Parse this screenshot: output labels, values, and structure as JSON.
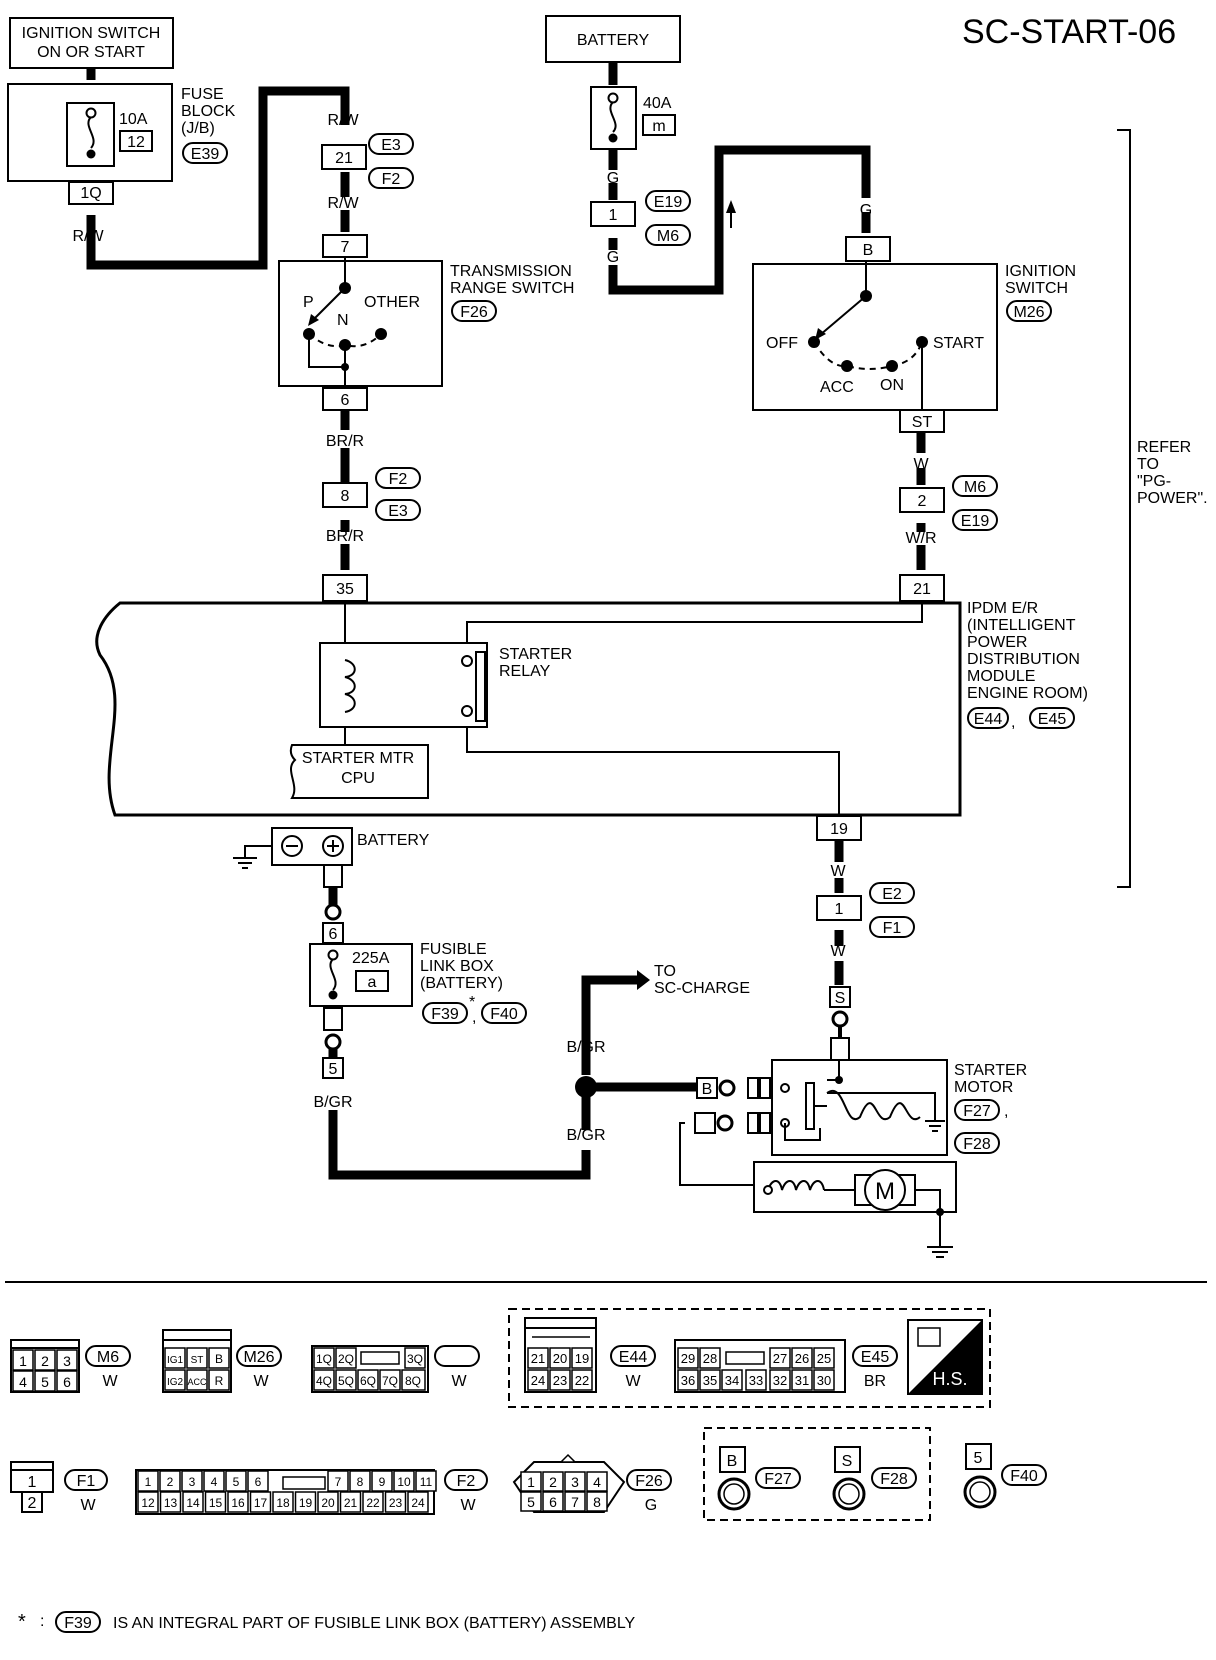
{
  "title": "SC-START-06",
  "sources": {
    "ign_switch_box": [
      "IGNITION SWITCH",
      "ON OR START"
    ],
    "battery_box": "BATTERY"
  },
  "fuse_block": {
    "label": [
      "FUSE",
      "BLOCK",
      "(J/B)"
    ],
    "conn": "E39",
    "fuse_amp": "10A",
    "fuse_no": "12",
    "pin": "1Q"
  },
  "fuse_40a": {
    "amp": "40A",
    "no": "m"
  },
  "wire_colors": {
    "rw": "R/W",
    "g": "G",
    "brr": "BR/R",
    "w": "W",
    "wr": "W/R",
    "bgr": "B/GR"
  },
  "pins": {
    "p21": "21",
    "p7": "7",
    "p6": "6",
    "p8": "8",
    "p35": "35",
    "p1": "1",
    "pB": "B",
    "pST": "ST",
    "p2": "2",
    "p21b": "21",
    "p19": "19",
    "p1b": "1",
    "pS": "S",
    "p6b": "6",
    "p5": "5"
  },
  "connectors": {
    "E3": "E3",
    "F2": "F2",
    "E19": "E19",
    "M6": "M6",
    "F26": "F26",
    "M26": "M26",
    "E44": "E44",
    "E45": "E45",
    "E2": "E2",
    "F1": "F1",
    "F39": "F39",
    "F40": "F40",
    "F27": "F27",
    "F28": "F28"
  },
  "trans_switch": {
    "label": [
      "TRANSMISSION",
      "RANGE SWITCH"
    ],
    "p": "P",
    "n": "N",
    "other": "OTHER"
  },
  "ign_switch": {
    "label": [
      "IGNITION",
      "SWITCH"
    ],
    "off": "OFF",
    "acc": "ACC",
    "on": "ON",
    "start": "START"
  },
  "refer": [
    "REFER",
    "TO",
    "\"PG-",
    "POWER\"."
  ],
  "ipdm": {
    "label": [
      "IPDM E/R",
      "(INTELLIGENT",
      "POWER",
      "DISTRIBUTION",
      "MODULE",
      "ENGINE ROOM)"
    ],
    "relay": [
      "STARTER",
      "RELAY"
    ],
    "cpu": [
      "STARTER MTR",
      "CPU"
    ]
  },
  "battery2": "BATTERY",
  "fusible_link": {
    "label": [
      "FUSIBLE",
      "LINK BOX",
      "(BATTERY)"
    ],
    "amp": "225A",
    "no": "a",
    "star": "*"
  },
  "to_charge": [
    "TO",
    "SC-CHARGE"
  ],
  "starter_motor": {
    "label": [
      "STARTER",
      "MOTOR"
    ],
    "pB": "B",
    "m": "M"
  },
  "connector_views": {
    "m6": {
      "pins": [
        "1",
        "2",
        "3",
        "4",
        "5",
        "6"
      ],
      "color": "W"
    },
    "m26": {
      "pins": [
        "IG1",
        "ST",
        "B",
        "IG2",
        "ACC",
        "R"
      ],
      "color": "W"
    },
    "e39": {
      "pins": [
        "1Q",
        "2Q",
        "3Q",
        "4Q",
        "5Q",
        "6Q",
        "7Q",
        "8Q"
      ],
      "color": "W"
    },
    "e44": {
      "pins": [
        "21",
        "20",
        "19",
        "24",
        "23",
        "22"
      ],
      "color": "W"
    },
    "e45": {
      "pins": [
        "29",
        "28",
        "27",
        "26",
        "25",
        "36",
        "35",
        "34",
        "33",
        "32",
        "31",
        "30"
      ],
      "color": "BR"
    },
    "hs": "H.S.",
    "f1": {
      "pins": [
        "1",
        "2"
      ],
      "color": "W"
    },
    "f2": {
      "pins": [
        "1",
        "2",
        "3",
        "4",
        "5",
        "6",
        "7",
        "8",
        "9",
        "10",
        "11",
        "12",
        "13",
        "14",
        "15",
        "16",
        "17",
        "18",
        "19",
        "20",
        "21",
        "22",
        "23",
        "24"
      ],
      "color": "W"
    },
    "f26": {
      "pins": [
        "1",
        "2",
        "3",
        "4",
        "5",
        "6",
        "7",
        "8"
      ],
      "color": "G"
    },
    "f27": "B",
    "f28": "S",
    "f40": "5"
  },
  "footnote": {
    "star": "*",
    "colon": ":",
    "conn": "F39",
    "text": "IS AN INTEGRAL PART OF FUSIBLE LINK BOX (BATTERY) ASSEMBLY"
  }
}
